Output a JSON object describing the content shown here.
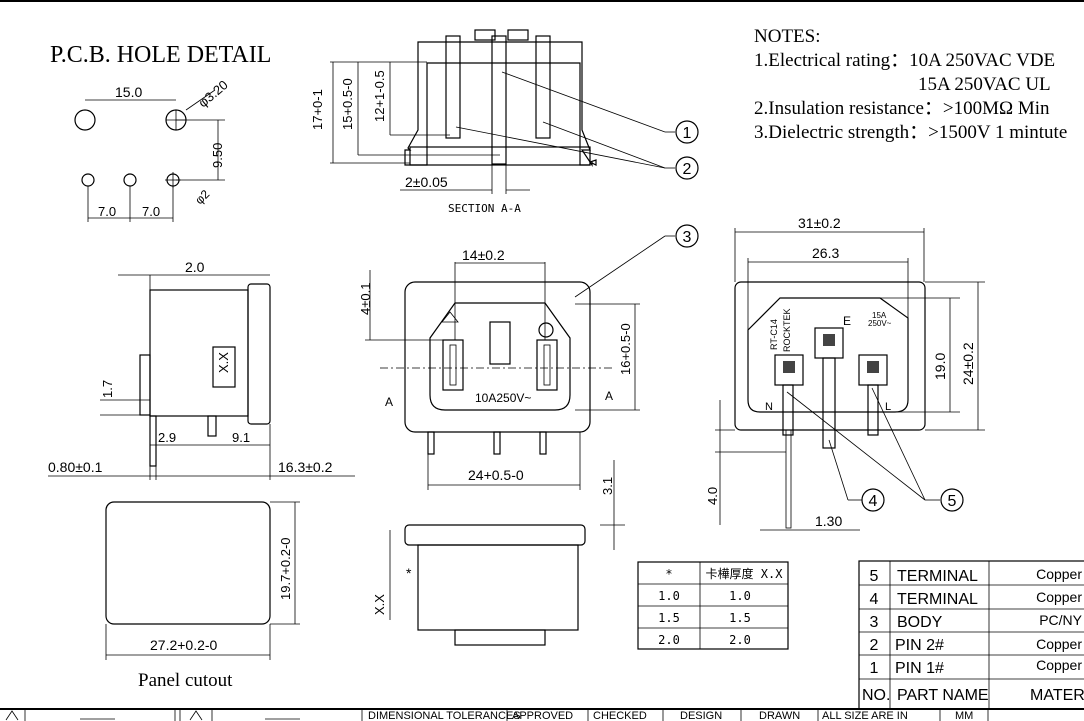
{
  "pcb": {
    "title": "P.C.B. HOLE DETAIL",
    "dim_spacing": "15.0",
    "dim_big_hole": "φ3.20",
    "dim_vertical": "9.50",
    "dim_small_hole": "φ2",
    "dim_pitch_a": "7.0",
    "dim_pitch_b": "7.0"
  },
  "section": {
    "dim_17": "17+0-1",
    "dim_15": "15+0.5-0",
    "dim_12": "12+1-0.5",
    "dim_pin": "2±0.05",
    "label": "SECTION  A-A",
    "balloon_1": "1",
    "balloon_2": "2"
  },
  "side_view": {
    "dim_top": "2.0",
    "dim_1_7": "1.7",
    "panel_mark": "X.X",
    "dim_2_9": "2.9",
    "dim_9_1": "9.1",
    "dim_0_80": "0.80±0.1",
    "dim_16_3": "16.3±0.2"
  },
  "front_view": {
    "dim_14": "14±0.2",
    "dim_4": "4±0.1",
    "dim_16": "16+0.5-0",
    "rating": "10A250V~",
    "section_a_left": "A",
    "section_a_right": "A",
    "dim_24": "24+0.5-0",
    "balloon_3": "3",
    "dim_3_1": "3.1"
  },
  "bottom_view": {
    "dim_xx": "X.X",
    "asterisk": "*"
  },
  "panel_cutout": {
    "dim_height": "19.7+0.2-0",
    "dim_width": "27.2+0.2-0",
    "label": "Panel cutout"
  },
  "rear_view": {
    "dim_31": "31±0.2",
    "dim_26_3": "26.3",
    "dim_19": "19.0",
    "dim_24": "24±0.2",
    "dim_4_0": "4.0",
    "dim_1_30": "1.30",
    "balloon_4": "4",
    "balloon_5": "5",
    "mark_n": "N",
    "mark_l": "L",
    "mark_e": "E",
    "model": "RT-C14",
    "brand": "ROCKTEK",
    "rating_a": "15A",
    "rating_v": "250V~"
  },
  "notes": {
    "title": "NOTES:",
    "n1": "1.Electrical rating：10A 250VAC   VDE",
    "n1b": "15A 250VAC    UL",
    "n2": "2.Insulation resistance：>100MΩ  Min",
    "n3": "3.Dielectric strength：>1500V 1 mintute"
  },
  "thickness_table": {
    "headers": [
      "*",
      "卡樺厚度 X.X"
    ],
    "rows": [
      [
        "1.0",
        "1.0"
      ],
      [
        "1.5",
        "1.5"
      ],
      [
        "2.0",
        "2.0"
      ]
    ]
  },
  "parts_table": {
    "rows": [
      [
        "5",
        "TERMINAL",
        "Copper"
      ],
      [
        "4",
        "TERMINAL",
        "Copper"
      ],
      [
        "3",
        "BODY",
        "PC/NY"
      ],
      [
        "2",
        "PIN  2#",
        "Copper"
      ],
      [
        "1",
        "PIN  1#",
        "Copper"
      ]
    ],
    "header": [
      "NO.",
      "PART NAME",
      "MATERI"
    ]
  },
  "title_block": {
    "tolerances": "DIMENSIONAL TOLERANCES",
    "approved": "APPROVED",
    "checked": "CHECKED",
    "design": "DESIGN",
    "drawn": "DRAWN",
    "units": "ALL SIZE ARE IN",
    "mm": "MM"
  }
}
